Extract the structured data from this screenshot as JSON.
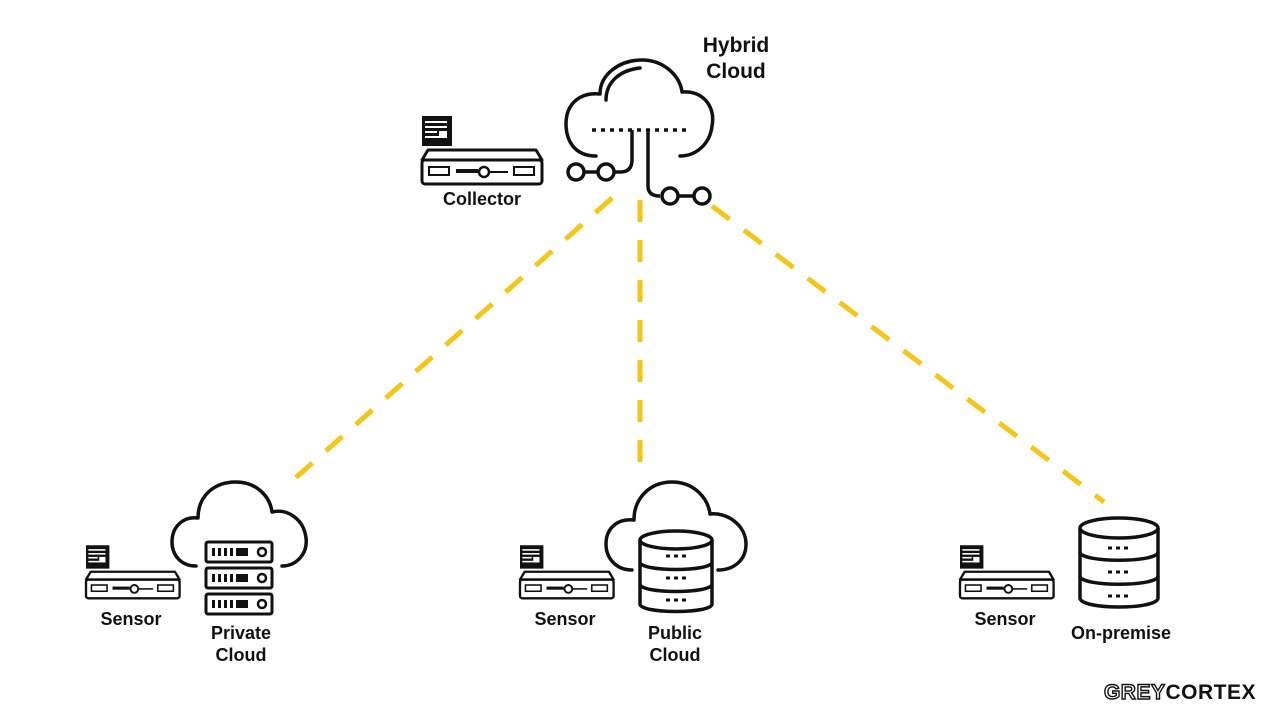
{
  "nodes": {
    "hybrid_cloud": {
      "label_line1": "Hybrid",
      "label_line2": "Cloud"
    },
    "collector": {
      "label": "Collector"
    },
    "sensor_private": {
      "label": "Sensor"
    },
    "private_cloud": {
      "label_line1": "Private",
      "label_line2": "Cloud"
    },
    "sensor_public": {
      "label": "Sensor"
    },
    "public_cloud": {
      "label_line1": "Public",
      "label_line2": "Cloud"
    },
    "sensor_onprem": {
      "label": "Sensor"
    },
    "on_premise": {
      "label": "On-premise"
    }
  },
  "connections": [
    {
      "from": "hybrid_cloud",
      "to": "private_cloud",
      "style": "dashed"
    },
    {
      "from": "hybrid_cloud",
      "to": "public_cloud",
      "style": "dashed"
    },
    {
      "from": "hybrid_cloud",
      "to": "on_premise",
      "style": "dashed"
    }
  ],
  "colors": {
    "link": "#F5C518",
    "ink": "#111111"
  },
  "brand": {
    "part1": "GREY",
    "part2": "CORTEX"
  }
}
